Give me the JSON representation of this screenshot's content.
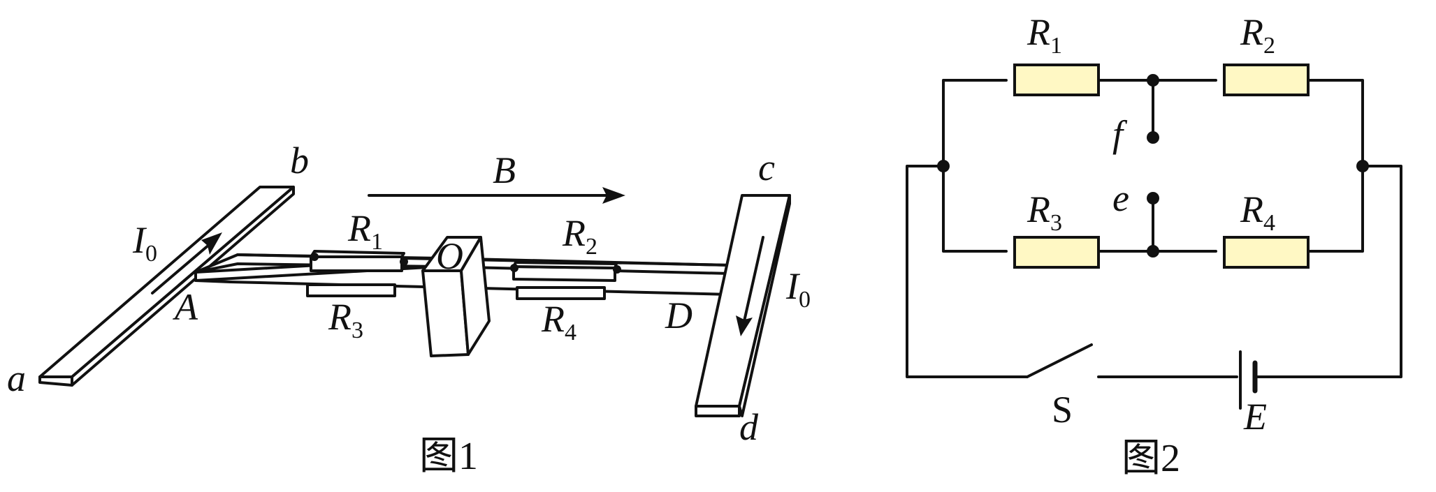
{
  "colors": {
    "line": "#111111",
    "resistor_fill": "#FFF8C4",
    "background": "#FFFFFF"
  },
  "figure1": {
    "caption": "图1",
    "labels": {
      "a": "a",
      "b": "b",
      "c": "c",
      "d": "d",
      "A": "A",
      "D": "D",
      "O": "O",
      "B": "B",
      "I0_main": "I",
      "I0_sub": "0",
      "R": "R",
      "R1_sub": "1",
      "R2_sub": "2",
      "R3_sub": "3",
      "R4_sub": "4"
    }
  },
  "figure2": {
    "caption": "图2",
    "labels": {
      "R": "R",
      "R1_sub": "1",
      "R2_sub": "2",
      "R3_sub": "3",
      "R4_sub": "4",
      "f": "f",
      "e": "e",
      "S": "S",
      "E": "E"
    }
  }
}
